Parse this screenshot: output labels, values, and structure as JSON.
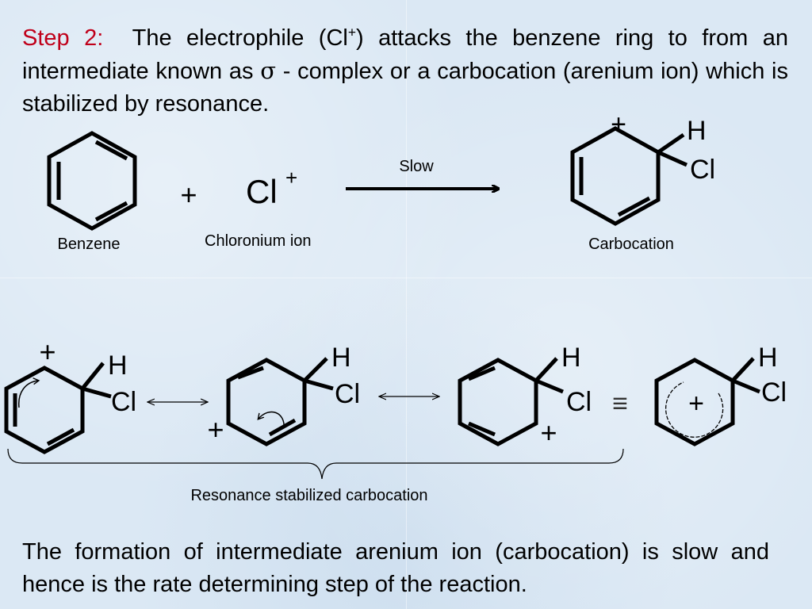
{
  "intro": {
    "step_label": "Step 2:",
    "text_1": "The electrophile (Cl",
    "charge": "+",
    "text_2": ") attacks the benzene ring to from an intermediate known as",
    "sigma": "σ",
    "text_3": "- complex or a carbocation (arenium ion) which is stabilized by resonance."
  },
  "reaction": {
    "plus": "+",
    "electrophile": "Cl",
    "electrophile_charge": "+",
    "arrow_label": "Slow",
    "benzene_label": "Benzene",
    "chloronium_label": "Chloronium  ion",
    "carbocation_label": "Carbocation"
  },
  "resonance": {
    "h": "H",
    "cl": "Cl",
    "plus": "+",
    "equivalent": "≡",
    "caption": "Resonance stabilized carbocation"
  },
  "conclusion": {
    "text": "The formation of intermediate arenium ion (carbocation) is slow and hence is the rate determining step of the reaction."
  },
  "colors": {
    "accent": "#c0001a",
    "background": "#dbe8f4"
  }
}
